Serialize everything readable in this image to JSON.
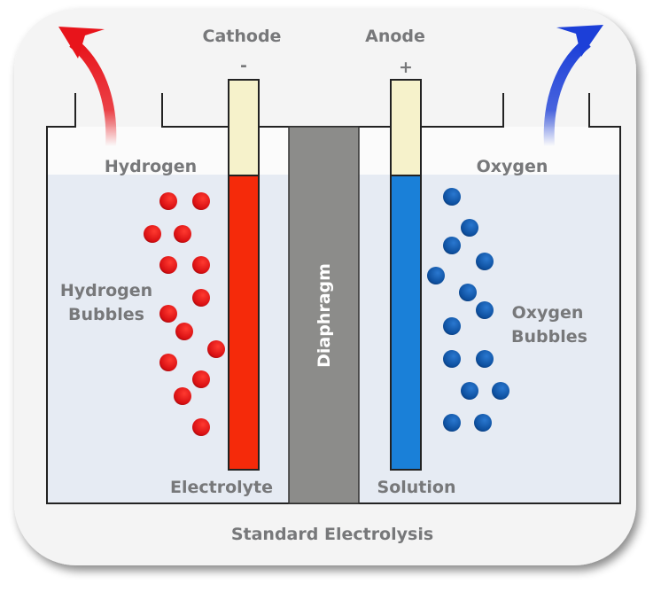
{
  "title": "Standard Electrolysis",
  "labels": {
    "cathode": "Cathode",
    "cathode_sign": "-",
    "anode": "Anode",
    "anode_sign": "+",
    "hydrogen": "Hydrogen",
    "oxygen": "Oxygen",
    "hydrogen_bubbles_1": "Hydrogen",
    "hydrogen_bubbles_2": "Bubbles",
    "oxygen_bubbles_1": "Oxygen",
    "oxygen_bubbles_2": "Bubbles",
    "diaphragm": "Diaphragm",
    "electrolyte": "Electrolyte",
    "solution": "Solution"
  },
  "colors": {
    "hydrogen": "#e8141b",
    "oxygen": "#1b5fb0",
    "cathode": "#f52a0a",
    "anode": "#1a80d8",
    "electrode_top": "#f6f2cb",
    "diaphragm": "#8c8c8a",
    "liquid": "#e6ebf3"
  }
}
